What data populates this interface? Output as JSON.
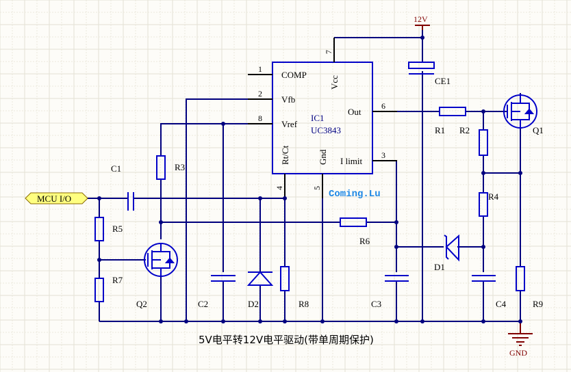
{
  "schematic": {
    "title": "5V电平转12V电平驱动(带单周期保护)",
    "watermark": "Coming.Lu",
    "colors": {
      "background": "#fdfcf8",
      "wire": "#00007f",
      "component": "#0000c8",
      "power": "#800000",
      "note": "#1e88e5",
      "port_fill": "#ffff80"
    },
    "ic": {
      "designator": "IC1",
      "part": "UC3843",
      "pins": [
        {
          "num": "1",
          "name": "COMP"
        },
        {
          "num": "2",
          "name": "Vfb"
        },
        {
          "num": "8",
          "name": "Vref"
        },
        {
          "num": "4",
          "name": "Rt/Ct"
        },
        {
          "num": "5",
          "name": "Gnd"
        },
        {
          "num": "7",
          "name": "Vcc"
        },
        {
          "num": "6",
          "name": "Out"
        },
        {
          "num": "3",
          "name": "I limit"
        }
      ]
    },
    "power": {
      "vcc": "12V",
      "gnd": "GND"
    },
    "port": {
      "label": "MCU I/O"
    },
    "components": {
      "C1": "C1",
      "R3": "R3",
      "R5": "R5",
      "R7": "R7",
      "Q2": "Q2",
      "C2": "C2",
      "D2": "D2",
      "R8": "R8",
      "R6": "R6",
      "C3": "C3",
      "CE1": "CE1",
      "R1": "R1",
      "R2": "R2",
      "Q1": "Q1",
      "R4": "R4",
      "D1": "D1",
      "C4": "C4",
      "R9": "R9"
    }
  }
}
